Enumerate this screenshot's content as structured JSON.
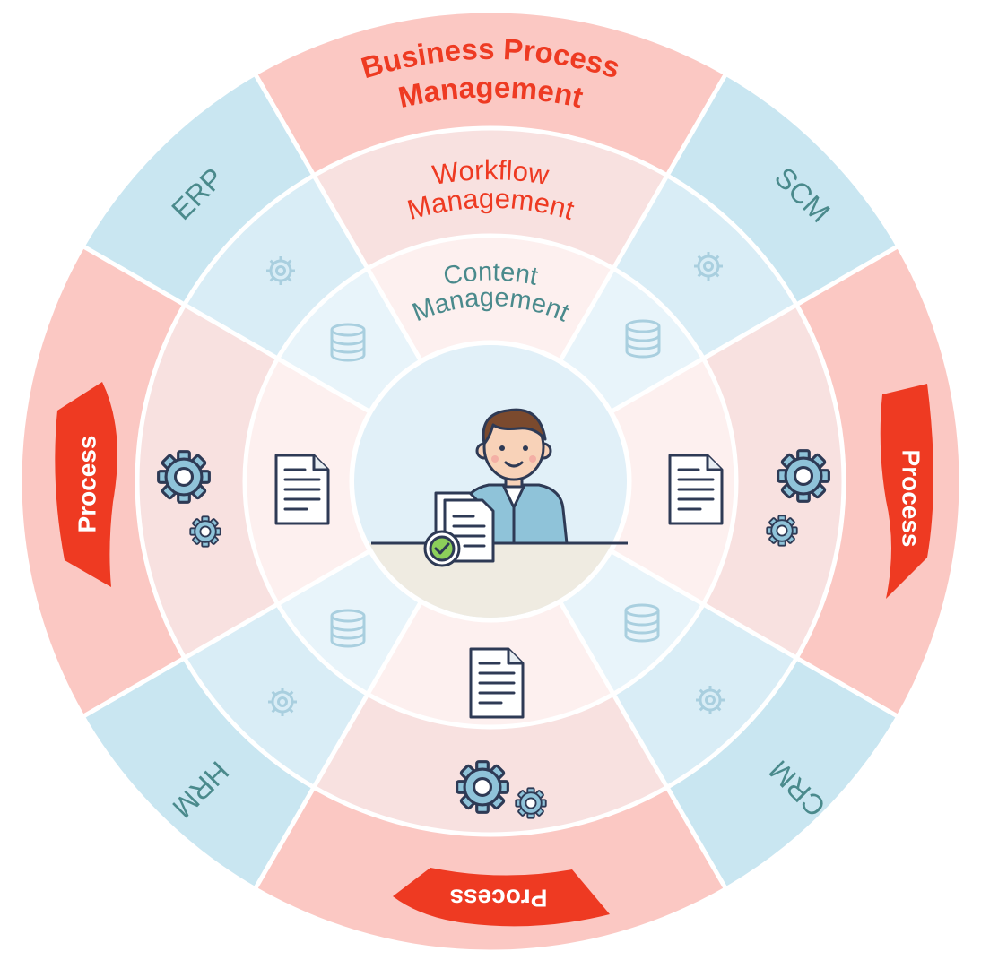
{
  "diagram": {
    "rings": {
      "outer": {
        "top_label_line1": "Business Process",
        "top_label_line2": "Management",
        "left_arrow_label": "Process",
        "right_arrow_label": "Process",
        "bottom_arrow_label": "Process",
        "side_labels": [
          "ERP",
          "SCM",
          "CRM",
          "HRM"
        ]
      },
      "middle": {
        "top_label_line1": "Workflow",
        "top_label_line2": "Management"
      },
      "inner": {
        "top_label_line1": "Content",
        "top_label_line2": "Management"
      }
    },
    "center": {
      "figure": "person-at-desk-with-approved-document",
      "icons": [
        "document-icon",
        "checkmark-badge-icon"
      ]
    },
    "icon_set": [
      "gear-icon",
      "gears-icon",
      "database-icon",
      "document-icon"
    ],
    "colors": {
      "process_red": "#ee3a22",
      "outer_pink": "#fbc8c3",
      "outer_blue": "#c9e6f1",
      "middle_pink": "#f8e1e0",
      "middle_blue": "#d9edf6",
      "inner_pink": "#fdf0ef",
      "inner_blue": "#e8f4fa",
      "center_blue": "#e1f0f8",
      "desk": "#efebe1",
      "label_teal": "#4a8a8c",
      "icon_navy": "#2e3a55",
      "icon_faint": "#a9cfdf",
      "divider": "#ffffff"
    }
  }
}
